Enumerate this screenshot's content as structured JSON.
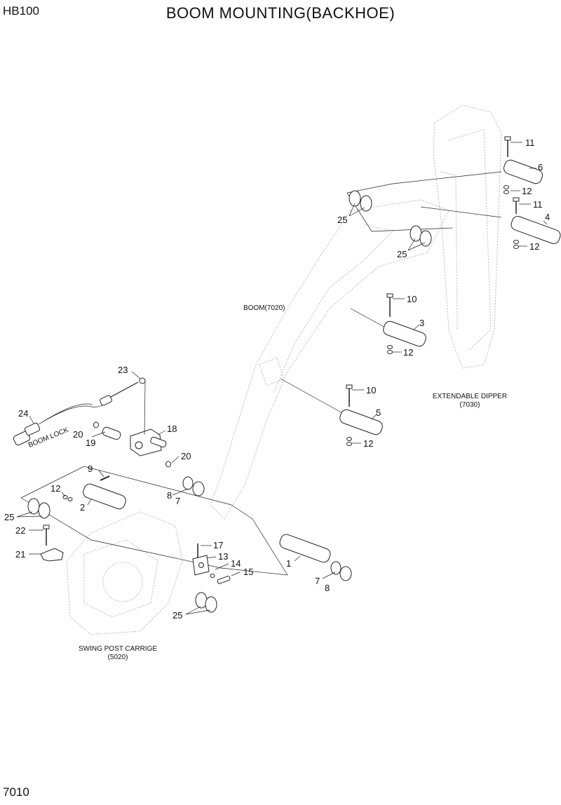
{
  "header": {
    "model": "HB100",
    "title": "BOOM MOUNTING(BACKHOE)"
  },
  "footer": {
    "page_number": "7010"
  },
  "captions": {
    "boom": "BOOM(7020)",
    "dipper_name": "EXTENDABLE DIPPER",
    "dipper_code": "(7030)",
    "swing_name": "SWING POST CARRIGE",
    "swing_code": "(5020)",
    "boom_lock": "BOOM LOCK"
  },
  "callouts": {
    "c11a": "11",
    "c6": "6",
    "c12a": "12",
    "c11b": "11",
    "c4": "4",
    "c12b": "12",
    "c25a": "25",
    "c25b": "25",
    "c10a": "10",
    "c3": "3",
    "c12c": "12",
    "c10b": "10",
    "c5": "5",
    "c12d": "12",
    "c23": "23",
    "c24": "24",
    "c18": "18",
    "c20a": "20",
    "c19": "19",
    "c20b": "20",
    "c9": "9",
    "c12e": "12",
    "c2": "2",
    "c25c": "25",
    "c8a": "8",
    "c7a": "7",
    "c22": "22",
    "c21": "21",
    "c17": "17",
    "c13": "13",
    "c14": "14",
    "c15": "15",
    "c1": "1",
    "c7b": "7",
    "c8b": "8",
    "c25d": "25"
  }
}
